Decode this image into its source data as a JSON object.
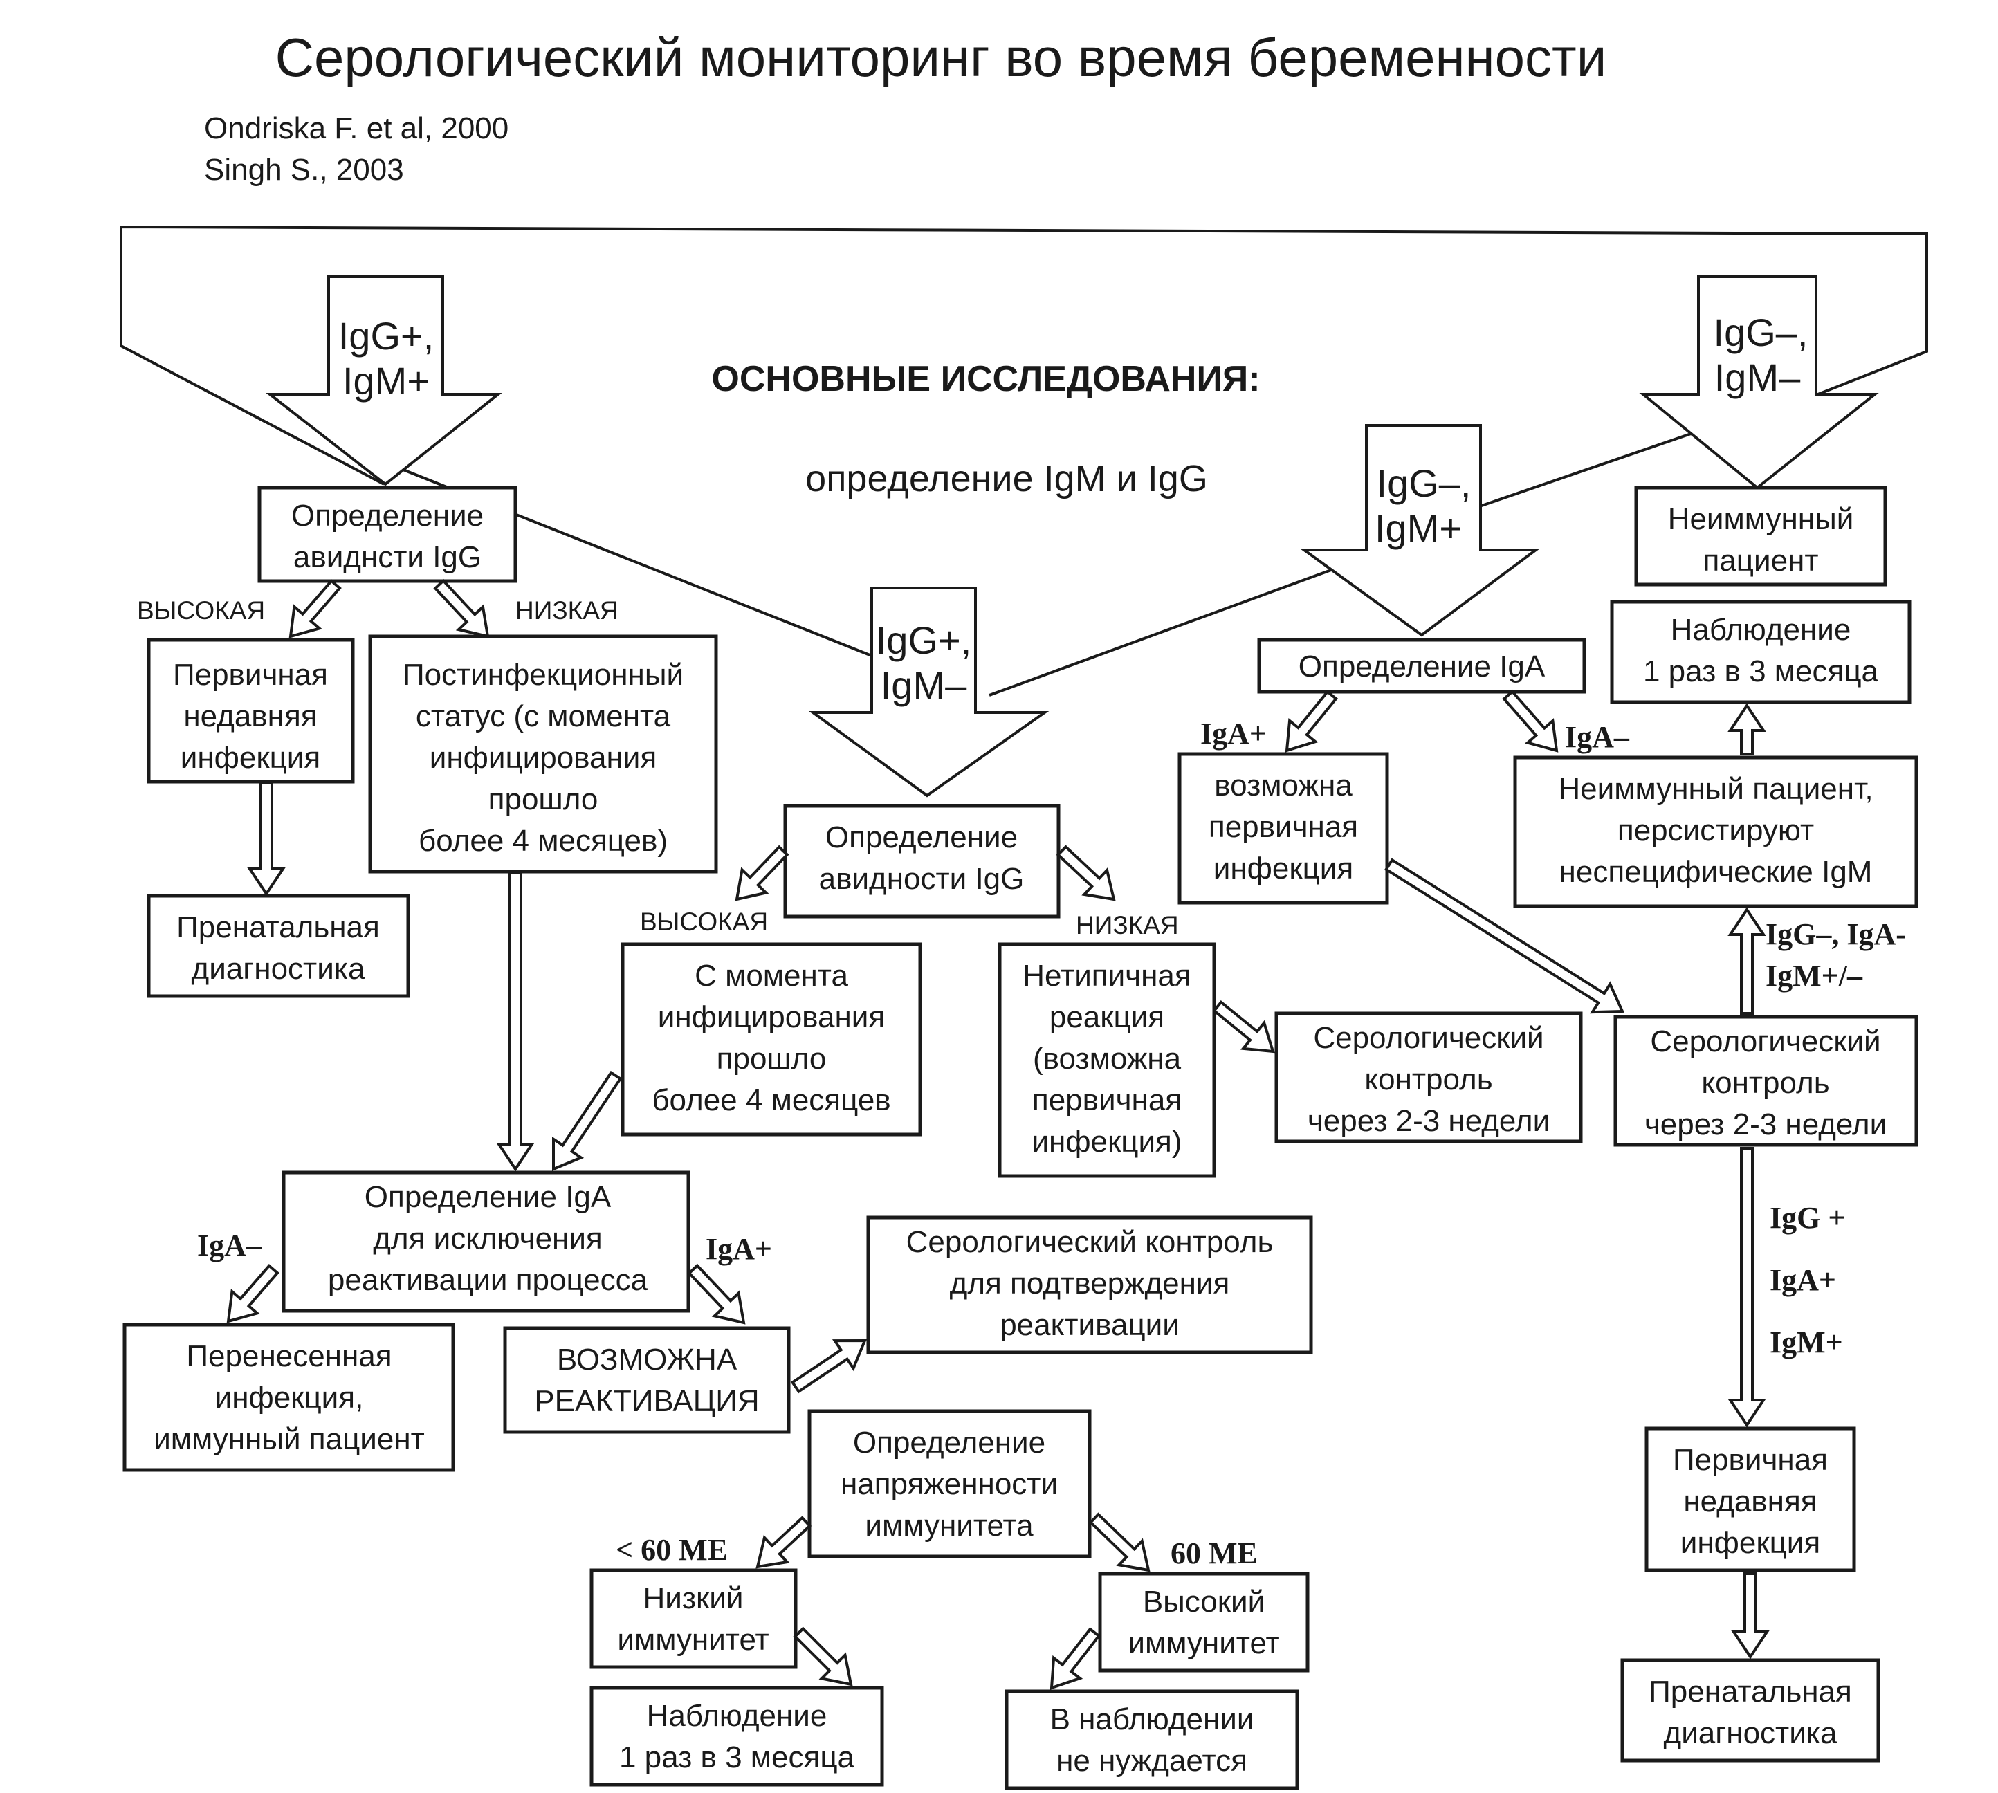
{
  "title": "Серологический мониторинг во время беременности",
  "references": [
    "Ondriska F. et al, 2000",
    "Singh S., 2003"
  ],
  "main_heading": "ОСНОВНЫЕ ИССЛЕДОВАНИЯ:",
  "main_subheading": "определение IgM и IgG",
  "big_arrows": {
    "left": [
      "IgG+,",
      "IgM+"
    ],
    "center": [
      "IgG+,",
      "IgM–"
    ],
    "right_center": [
      "IgG–,",
      "IgM+"
    ],
    "right": [
      "IgG–,",
      "IgM–"
    ]
  },
  "boxes": {
    "avidity_left": [
      "Определение",
      "авиднсти IgG"
    ],
    "primary_recent_left": [
      "Первичная",
      "недавняя",
      "инфекция"
    ],
    "prenatal_left": [
      "Пренатальная",
      "диагностика"
    ],
    "postinfection": [
      "Постинфекционный",
      "статус (с момента",
      "инфицирования",
      "прошло",
      "более 4 месяцев)"
    ],
    "iga_reactivation": [
      "Определение IgA",
      "для исключения",
      "реактивации процесса"
    ],
    "past_infection": [
      "Перенесенная",
      "инфекция,",
      "иммунный пациент"
    ],
    "possible_reactivation": [
      "ВОЗМОЖНА",
      "РЕАКТИВАЦИЯ"
    ],
    "serocontrol_reactivation": [
      "Серологический контроль",
      "для подтверждения",
      "реактивации"
    ],
    "immunity_tension": [
      "Определение",
      "напряженности",
      "иммунитета"
    ],
    "low_immunity": [
      "Низкий",
      "иммунитет"
    ],
    "observe_low": [
      "Наблюдение",
      "1 раз в 3 месяца"
    ],
    "high_immunity": [
      "Высокий",
      "иммунитет"
    ],
    "no_observation": [
      "В наблюдении",
      "не нуждается"
    ],
    "avidity_center": [
      "Определение",
      "авидности IgG"
    ],
    "since_infection": [
      "С момента",
      "инфицирования",
      "прошло",
      "более 4 месяцев"
    ],
    "atypical": [
      "Нетипичная",
      "реакция",
      "(возможна",
      "первичная",
      "инфекция)"
    ],
    "serocontrol_mid": [
      "Серологический",
      "контроль",
      "через 2-3 недели"
    ],
    "iga_right": [
      "Определение IgA"
    ],
    "possible_primary": [
      "возможна",
      "первичная",
      "инфекция"
    ],
    "serocontrol_right": [
      "Серологический",
      "контроль",
      "через 2-3 недели"
    ],
    "nonimmune": [
      "Неиммунный",
      "пациент"
    ],
    "observe_right": [
      "Наблюдение",
      "1 раз в 3 месяца"
    ],
    "nonimmune_persist": [
      "Неиммунный пациент,",
      "персистируют",
      "неспецифические IgM"
    ],
    "primary_recent_right": [
      "Первичная",
      "недавняя",
      "инфекция"
    ],
    "prenatal_right": [
      "Пренатальная",
      "диагностика"
    ]
  },
  "labels": {
    "high_left": "ВЫСОКАЯ",
    "low_left": "НИЗКАЯ",
    "high_center": "ВЫСОКАЯ",
    "low_center": "НИЗКАЯ",
    "iga_minus_left": "IgA–",
    "iga_plus_left": "IgA+",
    "lt60": "< 60 МЕ",
    "ge60": "60 МЕ",
    "iga_plus_right": "IgA+",
    "iga_minus_right": "IgA–",
    "igg_iga_label": "IgG–,  IgA-",
    "igm_pm_label": "IgM+/–",
    "igg_plus": "IgG +",
    "iga_plus": "IgA+",
    "igm_plus": "IgM+"
  }
}
